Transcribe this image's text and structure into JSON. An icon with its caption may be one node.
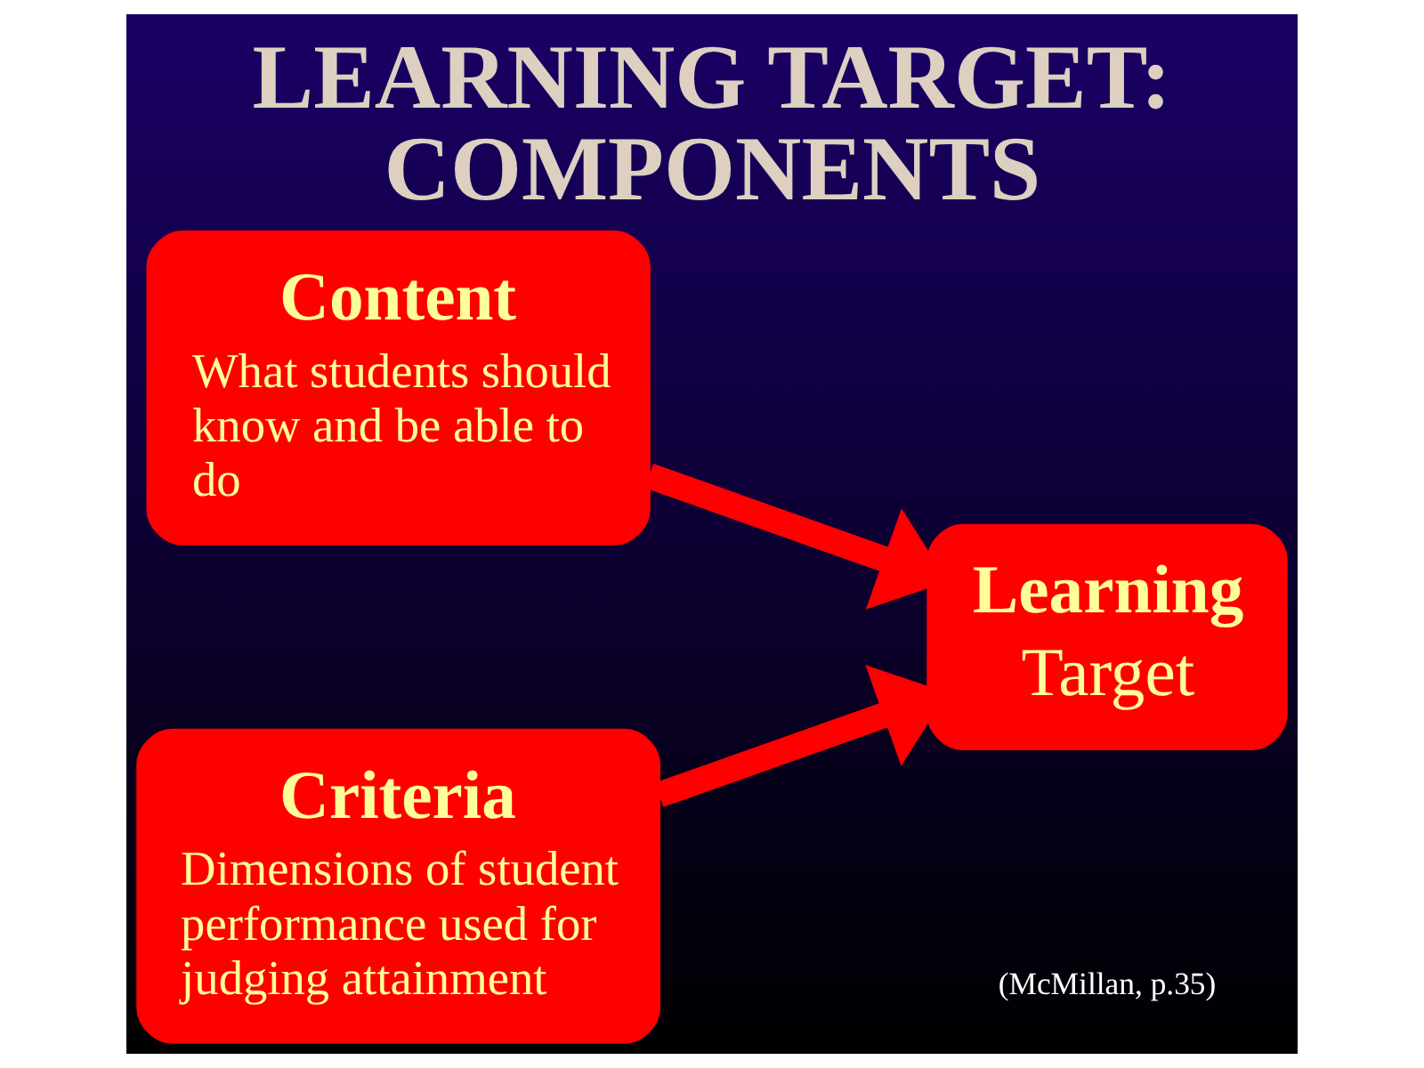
{
  "diagram": {
    "title": "LEARNING TARGET: COMPONENTS",
    "nodes": [
      {
        "text": [
          "Content",
          "What students should know and be able to do"
        ]
      },
      {
        "text": [
          "Learning",
          "Target"
        ]
      },
      {
        "text": [
          "Criteria",
          "Dimensions of student performance used for judging attainment"
        ]
      }
    ],
    "edges": [
      {
        "from": 0,
        "to": 1,
        "arrow": "to"
      },
      {
        "from": 2,
        "to": 1,
        "arrow": "to"
      }
    ],
    "labels": [
      "(McMillan, p.35)"
    ]
  }
}
